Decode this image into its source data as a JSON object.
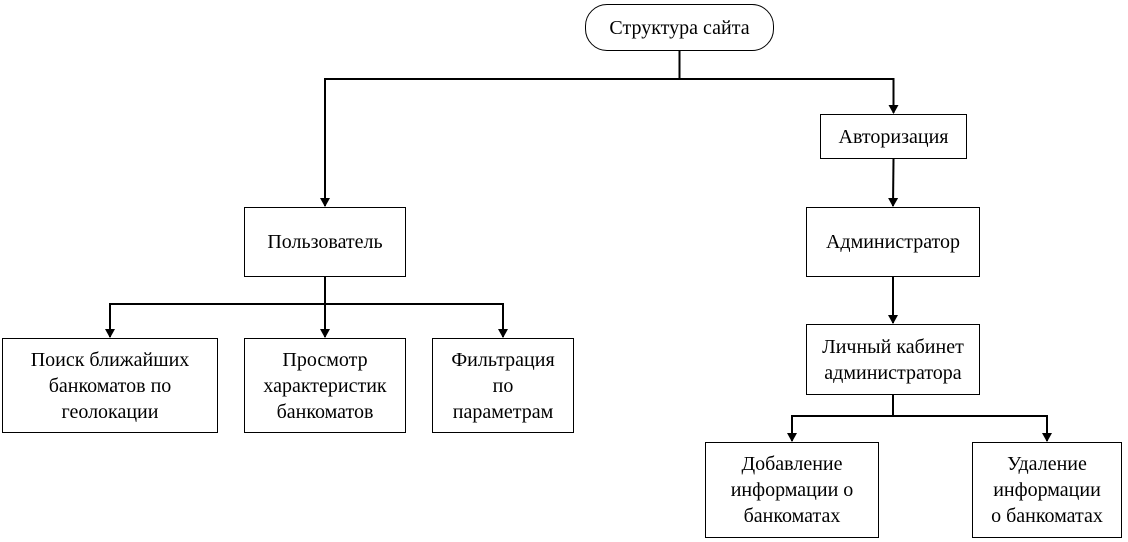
{
  "nodes": {
    "root": "Структура сайта",
    "auth": "Авторизация",
    "user": "Пользователь",
    "admin": "Администратор",
    "search": "Поиск ближайших\nбанкоматов по\nгеолокации",
    "view": "Просмотр\nхарактеристик\nбанкоматов",
    "filter": "Фильтрация\nпо\nпараметрам",
    "cabinet": "Личный кабинет\nадминистратора",
    "add": "Добавление\nинформации о\nбанкоматах",
    "del": "Удаление\nинформации\nо банкоматах"
  },
  "edges": [
    [
      "root",
      "user"
    ],
    [
      "root",
      "auth"
    ],
    [
      "auth",
      "admin"
    ],
    [
      "user",
      "search"
    ],
    [
      "user",
      "view"
    ],
    [
      "user",
      "filter"
    ],
    [
      "admin",
      "cabinet"
    ],
    [
      "cabinet",
      "add"
    ],
    [
      "cabinet",
      "del"
    ]
  ]
}
